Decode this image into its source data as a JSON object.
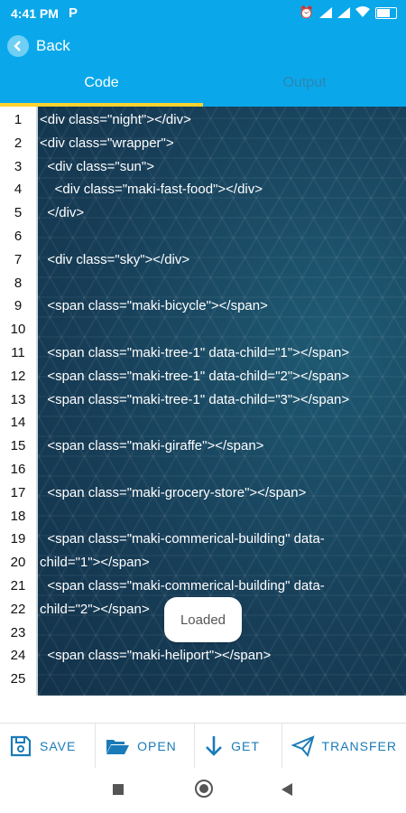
{
  "status_bar": {
    "time": "4:41 PM",
    "app_indicator": "P",
    "icons": [
      "alarm-icon",
      "signal-icon",
      "signal-icon",
      "wifi-icon",
      "battery-icon"
    ]
  },
  "header": {
    "back_label": "Back",
    "tabs": [
      {
        "label": "Code",
        "active": true
      },
      {
        "label": "Output",
        "active": false
      }
    ],
    "accent_color": "#0aa8ea",
    "tab_indicator_color": "#ffd22e"
  },
  "editor": {
    "line_numbers": [
      "1",
      "2",
      "3",
      "4",
      "5",
      "6",
      "7",
      "8",
      "9",
      "10",
      "11",
      "12",
      "13",
      "14",
      "15",
      "16",
      "17",
      "18",
      "19",
      "20",
      "21",
      "22",
      "23",
      "24",
      "25"
    ],
    "lines": [
      "<div class=\"night\"></div>",
      "<div class=\"wrapper\">",
      "  <div class=\"sun\">",
      "    <div class=\"maki-fast-food\"></div>",
      "  </div>",
      "",
      "  <div class=\"sky\"></div>",
      "",
      "  <span class=\"maki-bicycle\"></span>",
      "",
      "  <span class=\"maki-tree-1\" data-child=\"1\"></span>",
      "  <span class=\"maki-tree-1\" data-child=\"2\"></span>",
      "  <span class=\"maki-tree-1\" data-child=\"3\"></span>",
      "",
      "  <span class=\"maki-giraffe\"></span>",
      "",
      "  <span class=\"maki-grocery-store\"></span>",
      "",
      "  <span class=\"maki-commerical-building\" data-",
      "child=\"1\"></span>",
      "  <span class=\"maki-commerical-building\" data-",
      "child=\"2\"></span>",
      "",
      "  <span class=\"maki-heliport\"></span>",
      ""
    ]
  },
  "toast": {
    "text": "Loaded"
  },
  "toolbar": {
    "save_label": "SAVE",
    "open_label": "OPEN",
    "get_label": "GET",
    "transfer_label": "TRANSFER"
  }
}
